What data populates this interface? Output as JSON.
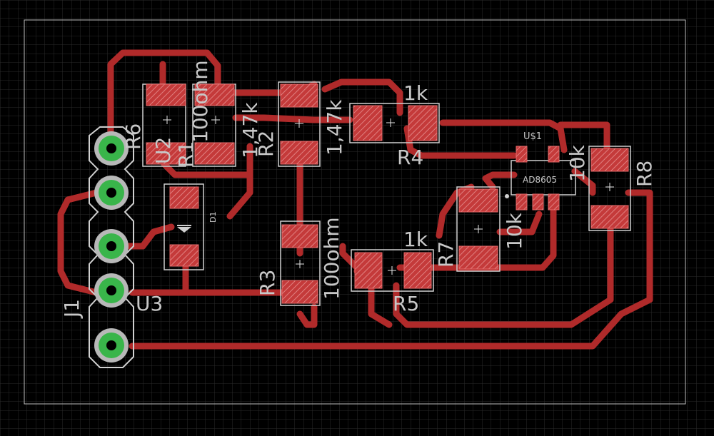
{
  "board": {
    "colors": {
      "background": "#000000",
      "grid": "#2a2a2a",
      "trace": "#b02a2a",
      "pad": "#c43a3a",
      "pad_hatch": "#e08080",
      "silkscreen": "#c8c8c8",
      "via_green": "#39b54a"
    },
    "components": [
      {
        "ref": "R1",
        "value": "100ohm"
      },
      {
        "ref": "R2",
        "value": "1,47k"
      },
      {
        "ref": "R3",
        "value": "100ohm"
      },
      {
        "ref": "R4",
        "value": "1k"
      },
      {
        "ref": "R5",
        "value": "1k"
      },
      {
        "ref": "R6",
        "value": "1,47k"
      },
      {
        "ref": "R7",
        "value": "10k"
      },
      {
        "ref": "R8",
        "value": "10k"
      },
      {
        "ref": "U2",
        "value": ""
      },
      {
        "ref": "U3",
        "value": ""
      },
      {
        "ref": "U$1",
        "value": "AD8605"
      },
      {
        "ref": "D1",
        "value": ""
      },
      {
        "ref": "J1",
        "value": ""
      }
    ],
    "labels": {
      "r1_value": "100ohm",
      "r2_ref": "R2",
      "r2_value": "1,47k",
      "r6_value": "1,47k",
      "r6_ref": "R6",
      "u2_ref": "U2",
      "r1_ref": "R1",
      "r4_value": "1k",
      "r4_ref": "R4",
      "r5_value": "1k",
      "r5_ref": "R5",
      "r3_ref": "R3",
      "r3_value": "100ohm",
      "r7_ref": "R7",
      "r7_value": "10k",
      "r8_value": "10k",
      "r8_ref": "R8",
      "us1_ref": "U$1",
      "us1_value": "AD8605",
      "d1_ref": "D1",
      "j1_ref": "J1",
      "u3_ref": "U3"
    }
  }
}
